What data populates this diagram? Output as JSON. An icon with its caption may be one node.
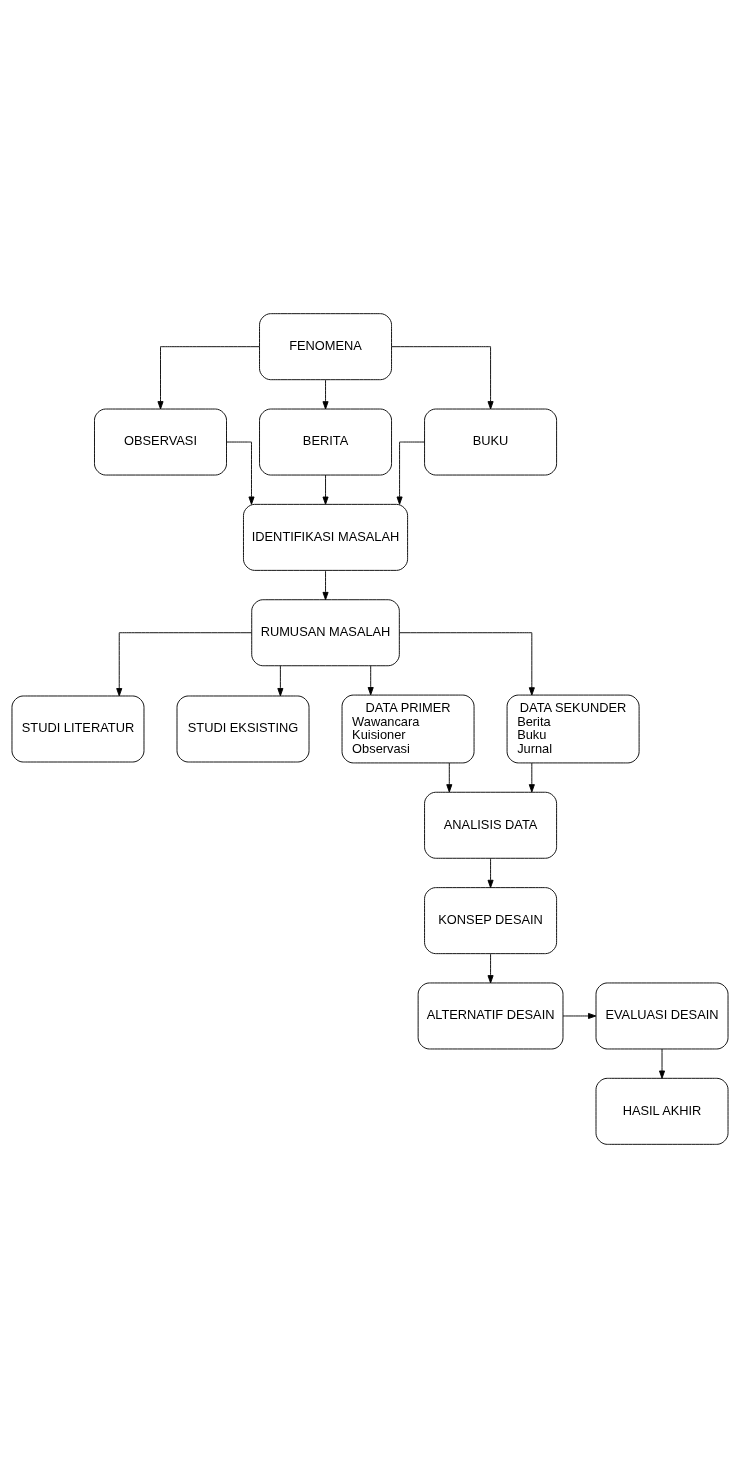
{
  "diagram": {
    "nodes": [
      {
        "text": [
          "FENOMENA"
        ]
      },
      {
        "text": [
          "OBSERVASI"
        ]
      },
      {
        "text": [
          "BERITA"
        ]
      },
      {
        "text": [
          "BUKU"
        ]
      },
      {
        "text": [
          "IDENTIFIKASI MASALAH"
        ]
      },
      {
        "text": [
          "RUMUSAN MASALAH"
        ]
      },
      {
        "text": [
          "STUDI LITERATUR"
        ]
      },
      {
        "text": [
          "STUDI EKSISTING"
        ]
      },
      {
        "text": [
          "DATA PRIMER",
          "Wawancara Kuisioner Observasi"
        ]
      },
      {
        "text": [
          "DATA SEKUNDER",
          "Berita Buku Jurnal"
        ]
      },
      {
        "text": [
          "ANALISIS DATA"
        ]
      },
      {
        "text": [
          "KONSEP DESAIN"
        ]
      },
      {
        "text": [
          "ALTERNATIF DESAIN"
        ]
      },
      {
        "text": [
          "EVALUASI DESAIN"
        ]
      },
      {
        "text": [
          "HASIL AKHIR"
        ]
      }
    ],
    "edges": [
      {
        "from": 0,
        "to": 1,
        "arrow": "to"
      },
      {
        "from": 0,
        "to": 2,
        "arrow": "to"
      },
      {
        "from": 0,
        "to": 3,
        "arrow": "to"
      },
      {
        "from": 1,
        "to": 4,
        "arrow": "to"
      },
      {
        "from": 2,
        "to": 4,
        "arrow": "to"
      },
      {
        "from": 3,
        "to": 4,
        "arrow": "to"
      },
      {
        "from": 4,
        "to": 5,
        "arrow": "to"
      },
      {
        "from": 5,
        "to": 6,
        "arrow": "to"
      },
      {
        "from": 5,
        "to": 7,
        "arrow": "to"
      },
      {
        "from": 5,
        "to": 8,
        "arrow": "to"
      },
      {
        "from": 5,
        "to": 9,
        "arrow": "to"
      },
      {
        "from": 8,
        "to": 10,
        "arrow": "to"
      },
      {
        "from": 9,
        "to": 10,
        "arrow": "to"
      },
      {
        "from": 10,
        "to": 11,
        "arrow": "to"
      },
      {
        "from": 11,
        "to": 12,
        "arrow": "to"
      },
      {
        "from": 12,
        "to": 13,
        "arrow": "to"
      },
      {
        "from": 13,
        "to": 14,
        "arrow": "to"
      }
    ]
  }
}
